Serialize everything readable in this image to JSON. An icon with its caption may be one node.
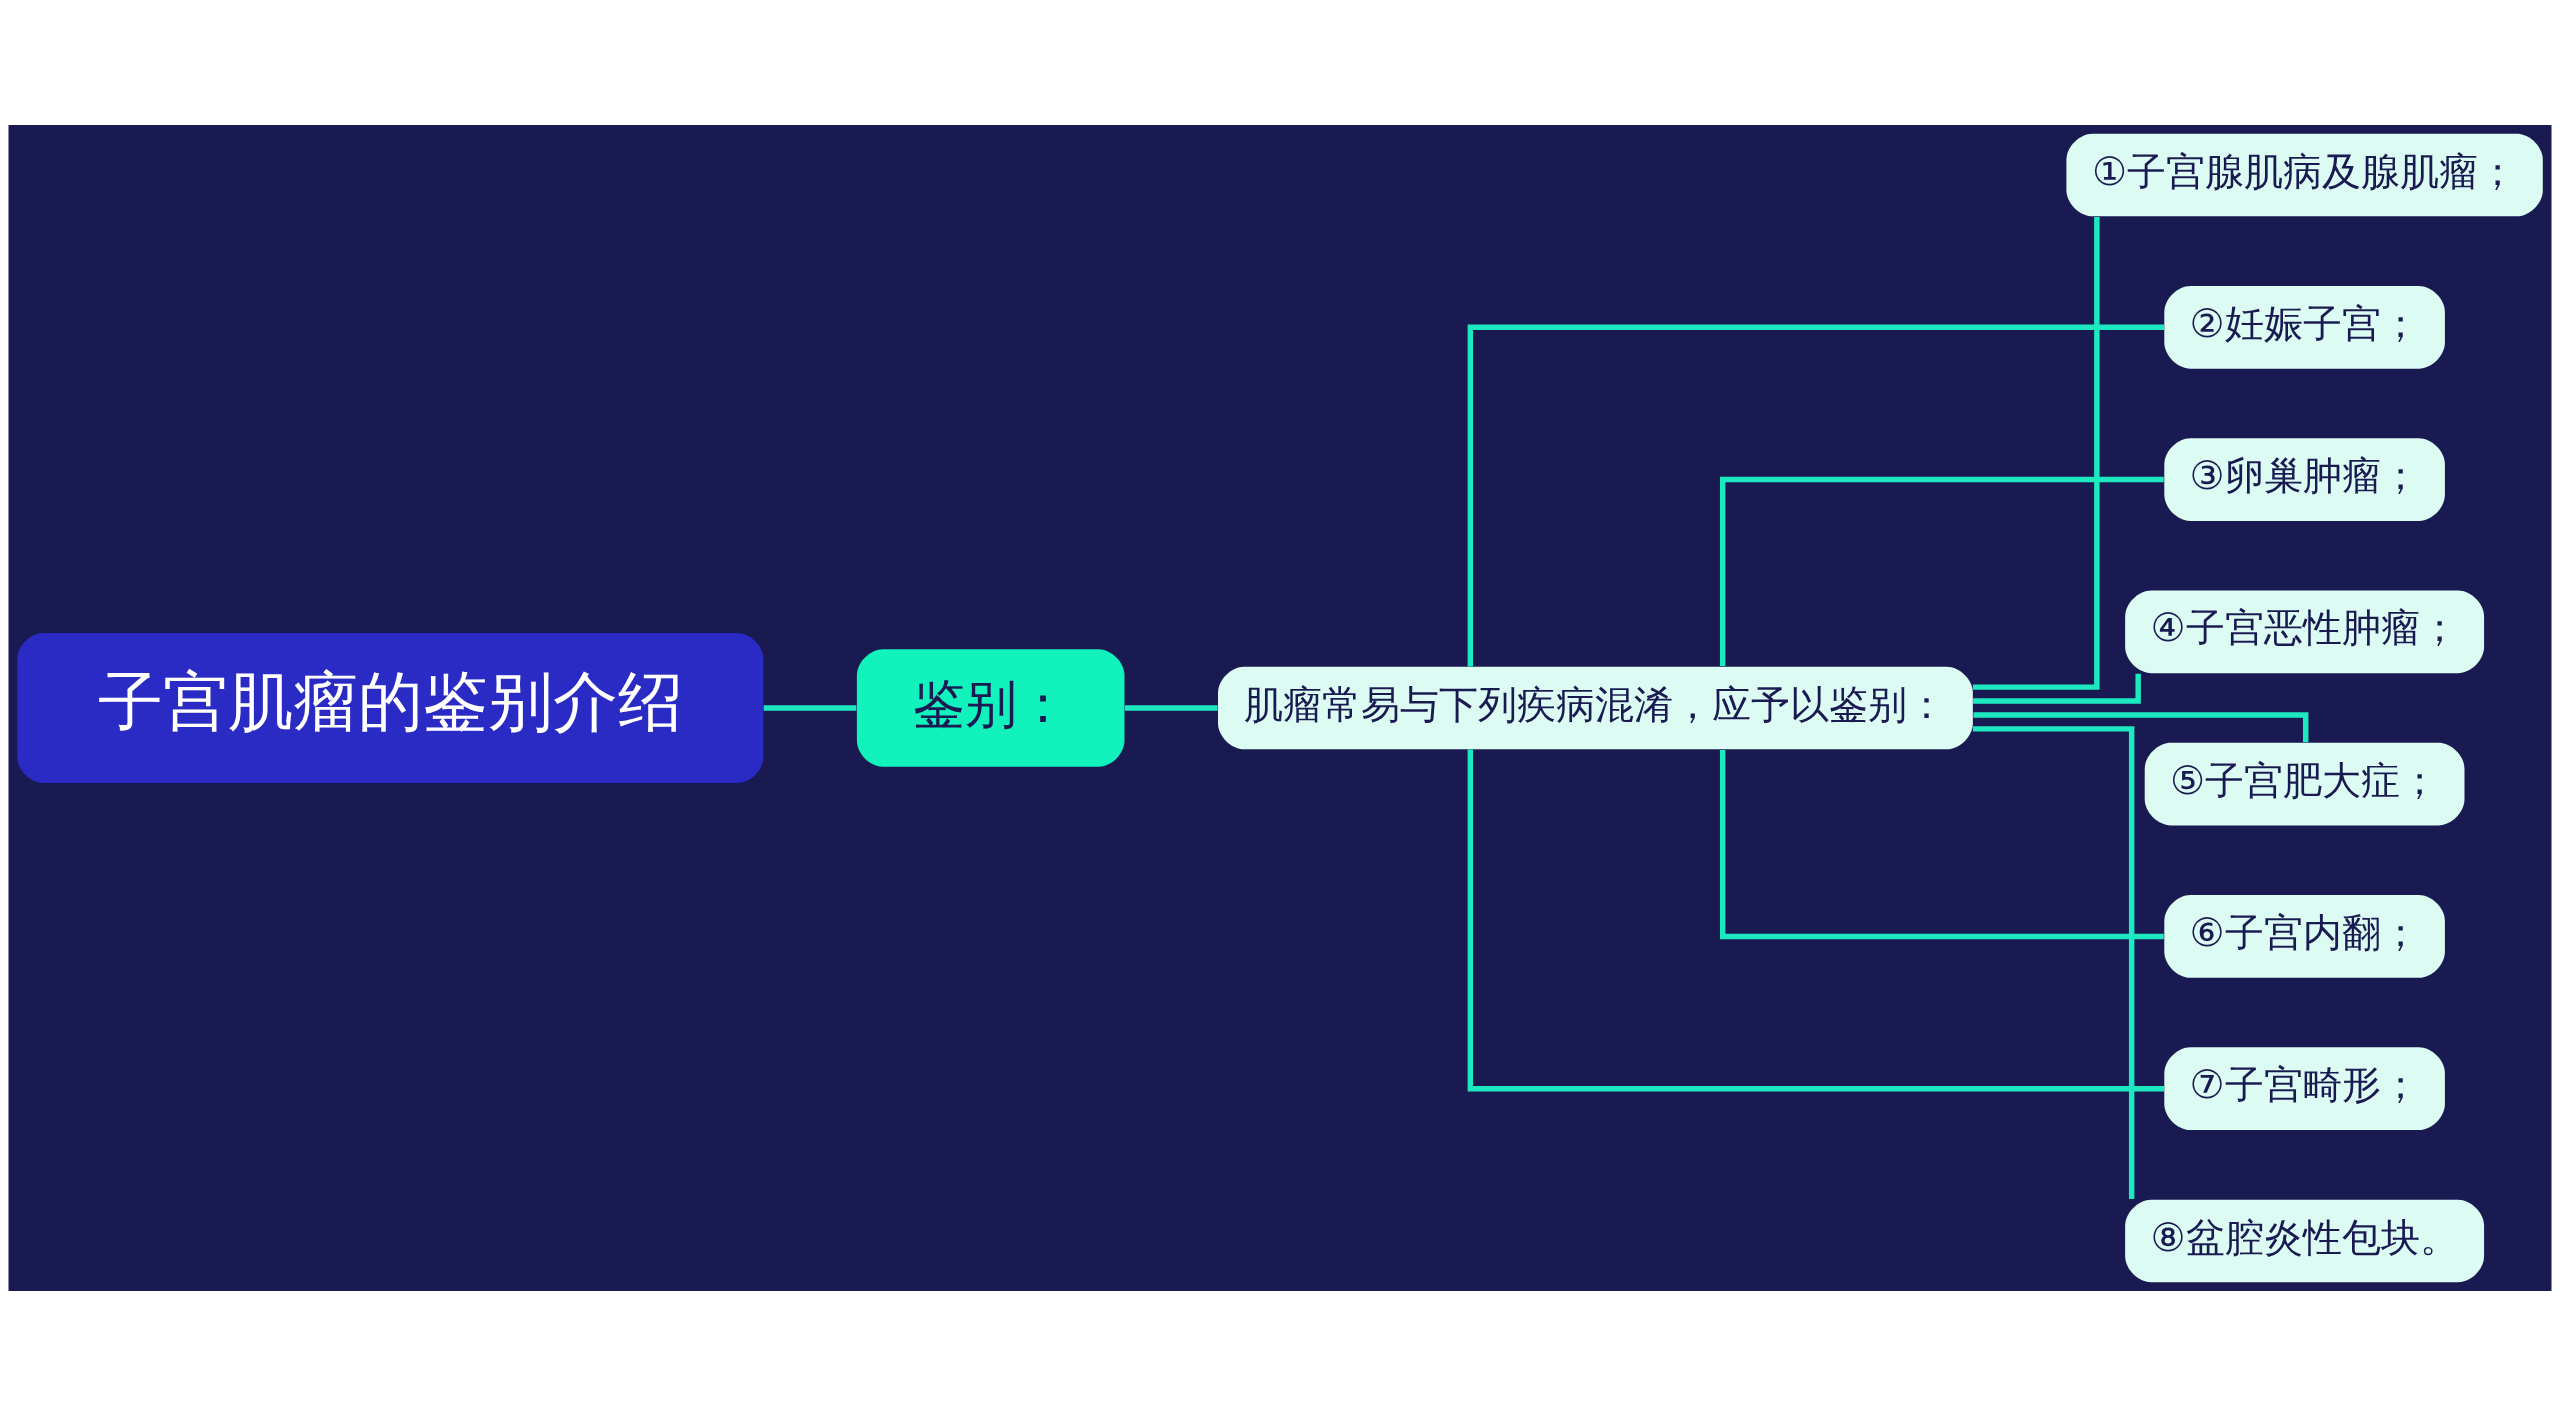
{
  "diagram": {
    "nodes": [
      {
        "text": [
          "子宫肌瘤的鉴别介绍"
        ]
      },
      {
        "text": [
          "鉴别："
        ]
      },
      {
        "text": [
          "肌瘤常易与下列疾病混淆，应予以鉴别："
        ]
      },
      {
        "text": [
          "①子宫腺肌病及腺肌瘤；"
        ]
      },
      {
        "text": [
          "②妊娠子宫；"
        ]
      },
      {
        "text": [
          "③卵巢肿瘤；"
        ]
      },
      {
        "text": [
          "④子宫恶性肿瘤；"
        ]
      },
      {
        "text": [
          "⑤子宫肥大症；"
        ]
      },
      {
        "text": [
          "⑥子宫内翻；"
        ]
      },
      {
        "text": [
          "⑦子宫畸形；"
        ]
      },
      {
        "text": [
          "⑧盆腔炎性包块。"
        ]
      }
    ],
    "edges": [
      {
        "from": 0,
        "to": 1,
        "arrow": "none"
      },
      {
        "from": 1,
        "to": 2,
        "arrow": "none"
      },
      {
        "from": 2,
        "to": 3,
        "arrow": "none"
      },
      {
        "from": 2,
        "to": 4,
        "arrow": "none"
      },
      {
        "from": 2,
        "to": 5,
        "arrow": "none"
      },
      {
        "from": 2,
        "to": 6,
        "arrow": "none"
      },
      {
        "from": 2,
        "to": 7,
        "arrow": "none"
      },
      {
        "from": 2,
        "to": 8,
        "arrow": "none"
      },
      {
        "from": 2,
        "to": 9,
        "arrow": "none"
      },
      {
        "from": 2,
        "to": 10,
        "arrow": "none"
      }
    ]
  }
}
